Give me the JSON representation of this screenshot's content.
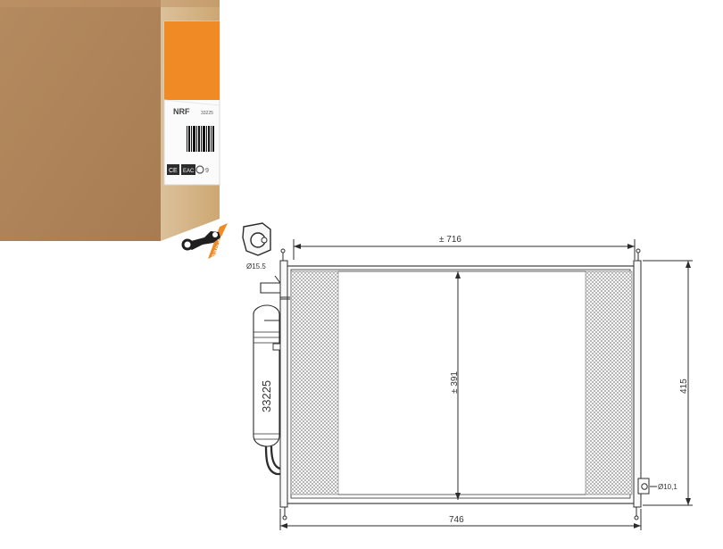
{
  "brand": {
    "name": "NRF",
    "accent_color": "#f08a24",
    "easyfit_label": "easyfit"
  },
  "package": {
    "brand_label": "NRF",
    "label_code": "33225",
    "barcode_present": true,
    "certification_marks": [
      "CE",
      "EAC"
    ]
  },
  "drawing": {
    "part_number": "33225",
    "dimensions": {
      "top_width": "± 716",
      "bottom_width": "746",
      "core_height": "± 391",
      "overall_height": "415",
      "fitting_diameter": "Ø15.5",
      "port_diameter": "Ø10,1"
    }
  },
  "colors": {
    "box_main": "#b58b5f",
    "box_side": "#d2b07f",
    "box_top": "#c8a06f",
    "line": "#2c2c2c",
    "mesh": "#8c8c8c"
  }
}
